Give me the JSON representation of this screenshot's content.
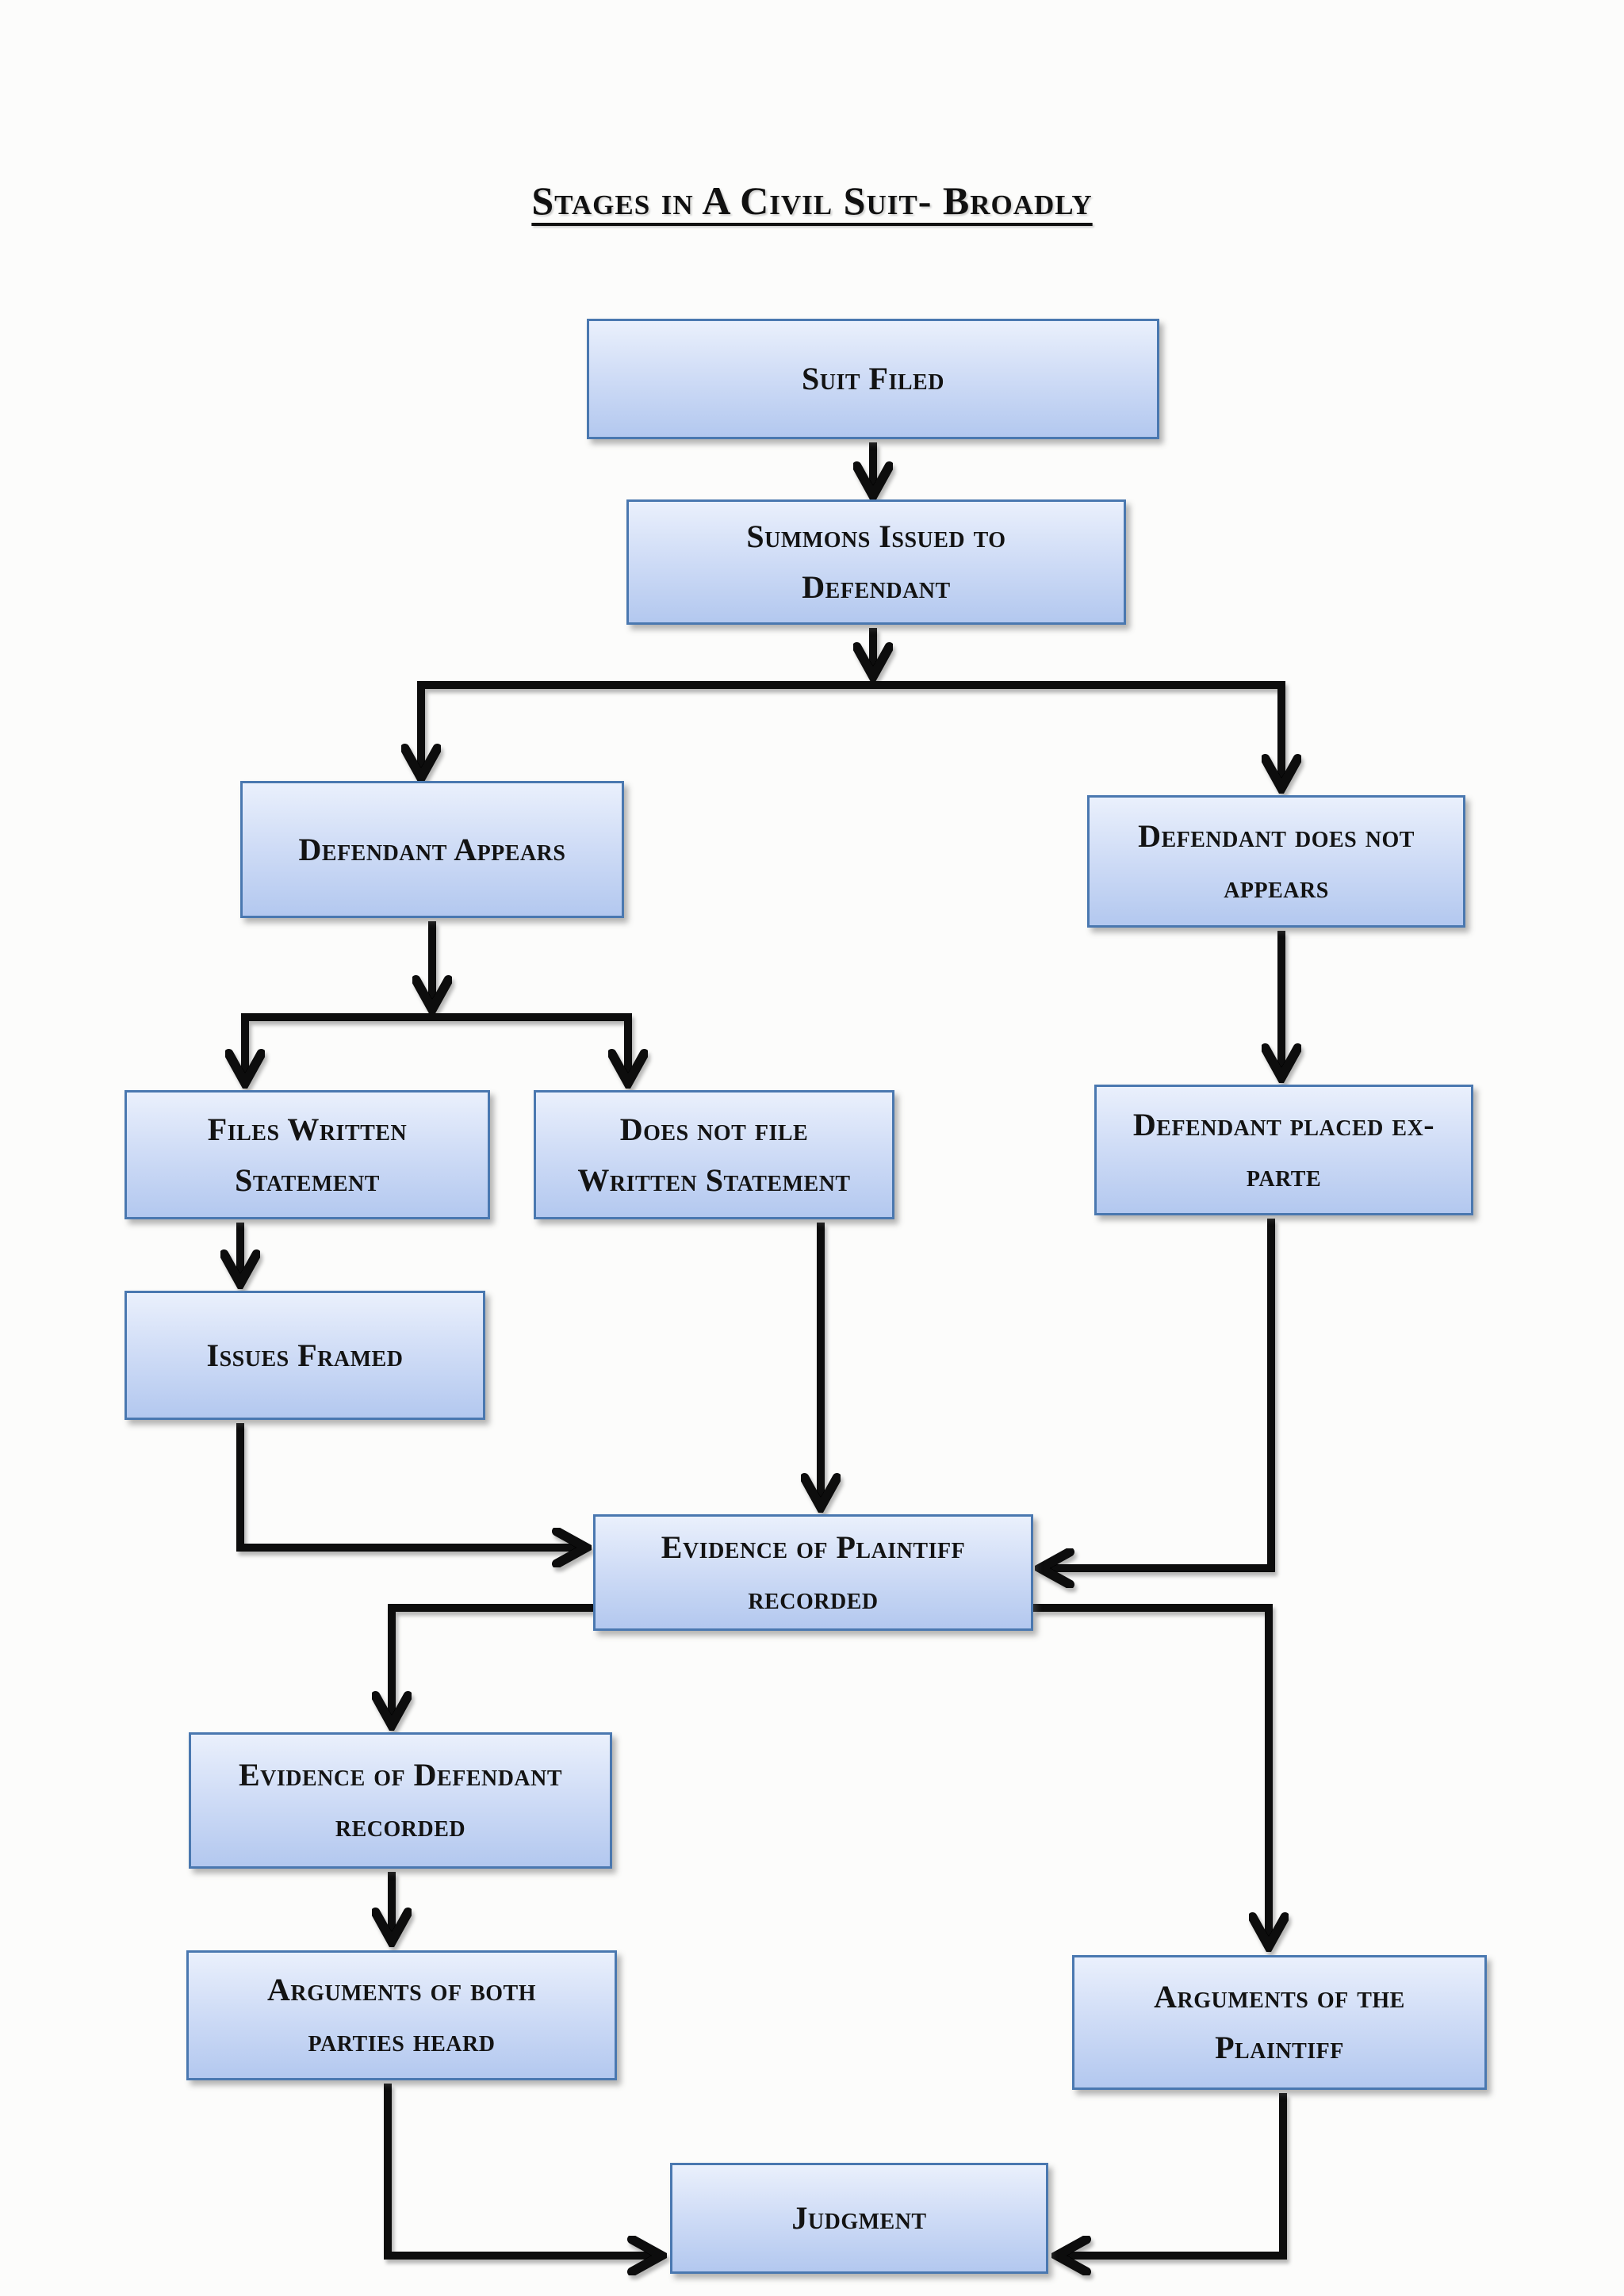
{
  "title": "Stages in A Civil Suit- Broadly",
  "colors": {
    "background": "#fcfcfb",
    "box_fill_top": "#eaf0fc",
    "box_fill_bottom": "#b3c8ef",
    "box_border": "#4a78b0",
    "connector": "#070707",
    "text": "#131313"
  },
  "nodes": {
    "suit_filed": {
      "lines": [
        "Suit Filed"
      ]
    },
    "summons": {
      "lines": [
        "Summons Issued to",
        "Defendant"
      ]
    },
    "defendant_appears": {
      "lines": [
        "Defendant Appears"
      ]
    },
    "defendant_not_appears": {
      "lines": [
        "Defendant does not",
        "appears"
      ]
    },
    "files_ws": {
      "lines": [
        "Files Written",
        "Statement"
      ]
    },
    "no_ws": {
      "lines": [
        "Does not file",
        "Written Statement"
      ]
    },
    "ex_parte": {
      "lines": [
        "Defendant placed ex-",
        "parte"
      ]
    },
    "issues_framed": {
      "lines": [
        "Issues Framed"
      ]
    },
    "evidence_plaintiff": {
      "lines": [
        "Evidence of Plaintiff",
        "recorded"
      ]
    },
    "evidence_defendant": {
      "lines": [
        "Evidence of Defendant",
        "recorded"
      ]
    },
    "args_both": {
      "lines": [
        "Arguments of both",
        "parties heard"
      ]
    },
    "args_plaintiff": {
      "lines": [
        "Arguments of the",
        "Plaintiff"
      ]
    },
    "judgment": {
      "lines": [
        "Judgment"
      ]
    }
  }
}
